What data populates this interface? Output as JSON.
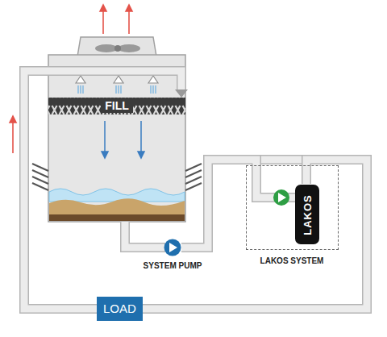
{
  "diagram": {
    "nodes": [
      {
        "text": [
          "FILL"
        ]
      },
      {
        "text": [
          "SYSTEM PUMP"
        ]
      },
      {
        "text": [
          "LAKOS SYSTEM"
        ]
      },
      {
        "text": [
          "LAKOS"
        ],
        "in": 2
      },
      {
        "text": [
          "LOAD"
        ]
      }
    ],
    "edges": [
      {
        "from": 1,
        "to": 2,
        "arrow": "none"
      },
      {
        "from": 2,
        "to": 4,
        "arrow": "none"
      },
      {
        "from": 4,
        "to": 0,
        "arrow": "to"
      }
    ]
  }
}
